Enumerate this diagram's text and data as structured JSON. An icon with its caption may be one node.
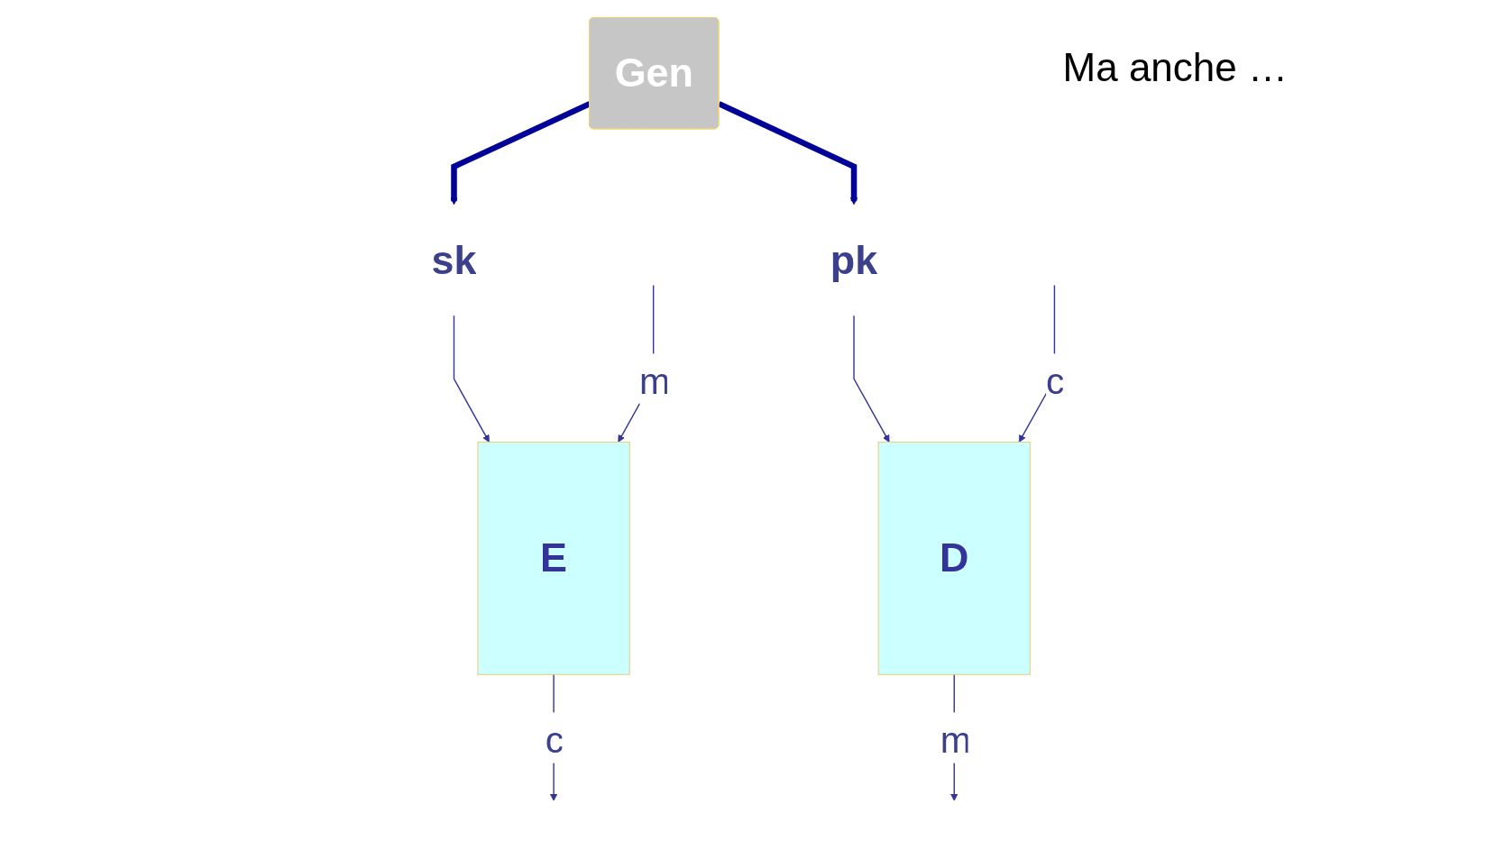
{
  "diagram": {
    "nodes": [
      {
        "text": [
          "Gen"
        ]
      },
      {
        "text": [
          "sk"
        ]
      },
      {
        "text": [
          "pk"
        ]
      },
      {
        "text": [
          "E"
        ]
      },
      {
        "text": [
          "D"
        ]
      }
    ],
    "edges": [
      {
        "from": 0,
        "to": 1,
        "arrow": "to",
        "style": "thick",
        "color": "#000099"
      },
      {
        "from": 0,
        "to": 2,
        "arrow": "to",
        "style": "thick",
        "color": "#000099"
      },
      {
        "from": 1,
        "to": 3,
        "arrow": "to"
      },
      {
        "from": 2,
        "to": 4,
        "arrow": "to"
      },
      {
        "from": null,
        "to": 3,
        "arrow": "to",
        "label": "m"
      },
      {
        "from": 3,
        "to": null,
        "arrow": "to",
        "label": "c"
      },
      {
        "from": null,
        "to": 4,
        "arrow": "to",
        "label": "c"
      },
      {
        "from": 4,
        "to": null,
        "arrow": "to",
        "label": "m"
      }
    ],
    "labels": [
      "Ma anche …"
    ]
  }
}
